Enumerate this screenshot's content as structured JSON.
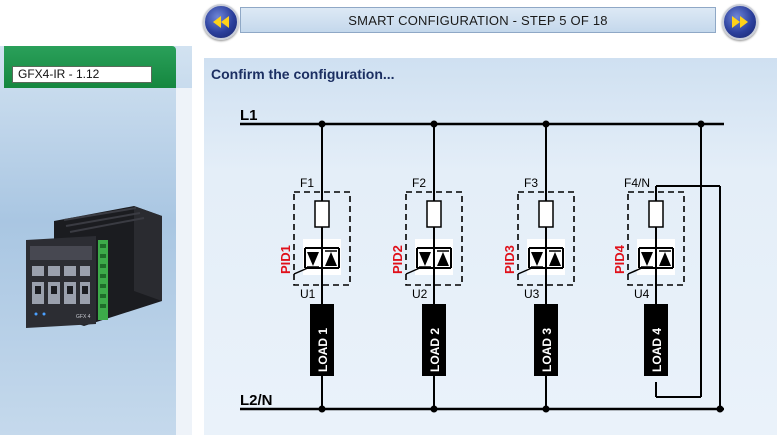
{
  "nav": {
    "prev_icon": "rewind-icon",
    "next_icon": "fast-forward-icon",
    "step_title": "SMART CONFIGURATION - STEP 5 OF 18"
  },
  "sidebar": {
    "device_name": "GFX4-IR - 1.12",
    "device_panel_label": "GFX 4"
  },
  "main": {
    "title": "Confirm the configuration..."
  },
  "schematic": {
    "line_top": "L1",
    "line_bottom": "L2/N",
    "channels": [
      {
        "fuse": "F1",
        "pid": "PID1",
        "unit": "U1",
        "load": "LOAD 1"
      },
      {
        "fuse": "F2",
        "pid": "PID2",
        "unit": "U2",
        "load": "LOAD 2"
      },
      {
        "fuse": "F3",
        "pid": "PID3",
        "unit": "U3",
        "load": "LOAD 3"
      },
      {
        "fuse": "F4/N",
        "pid": "PID4",
        "unit": "U4",
        "load": "LOAD 4"
      }
    ],
    "pid_color": "#e0101a"
  }
}
